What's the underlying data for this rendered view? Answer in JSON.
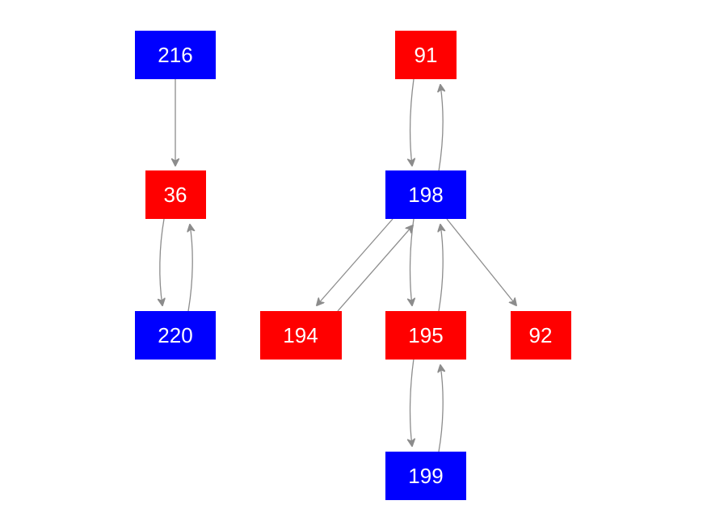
{
  "colors": {
    "blue": "#0000ff",
    "red": "#ff0000",
    "edge": "#8c8c8c",
    "label": "#ffffff"
  },
  "nodes": [
    {
      "id": "n216",
      "label": "216",
      "color": "blue"
    },
    {
      "id": "n36",
      "label": "36",
      "color": "red"
    },
    {
      "id": "n220",
      "label": "220",
      "color": "blue"
    },
    {
      "id": "n91",
      "label": "91",
      "color": "red"
    },
    {
      "id": "n198",
      "label": "198",
      "color": "blue"
    },
    {
      "id": "n194",
      "label": "194",
      "color": "red"
    },
    {
      "id": "n195",
      "label": "195",
      "color": "red"
    },
    {
      "id": "n92",
      "label": "92",
      "color": "red"
    },
    {
      "id": "n199",
      "label": "199",
      "color": "blue"
    }
  ],
  "edges": [
    {
      "from": "216",
      "to": "36"
    },
    {
      "from": "36",
      "to": "220"
    },
    {
      "from": "220",
      "to": "36"
    },
    {
      "from": "91",
      "to": "198"
    },
    {
      "from": "198",
      "to": "91"
    },
    {
      "from": "198",
      "to": "194"
    },
    {
      "from": "194",
      "to": "198"
    },
    {
      "from": "198",
      "to": "195"
    },
    {
      "from": "195",
      "to": "198"
    },
    {
      "from": "198",
      "to": "92"
    },
    {
      "from": "195",
      "to": "199"
    },
    {
      "from": "199",
      "to": "195"
    }
  ]
}
